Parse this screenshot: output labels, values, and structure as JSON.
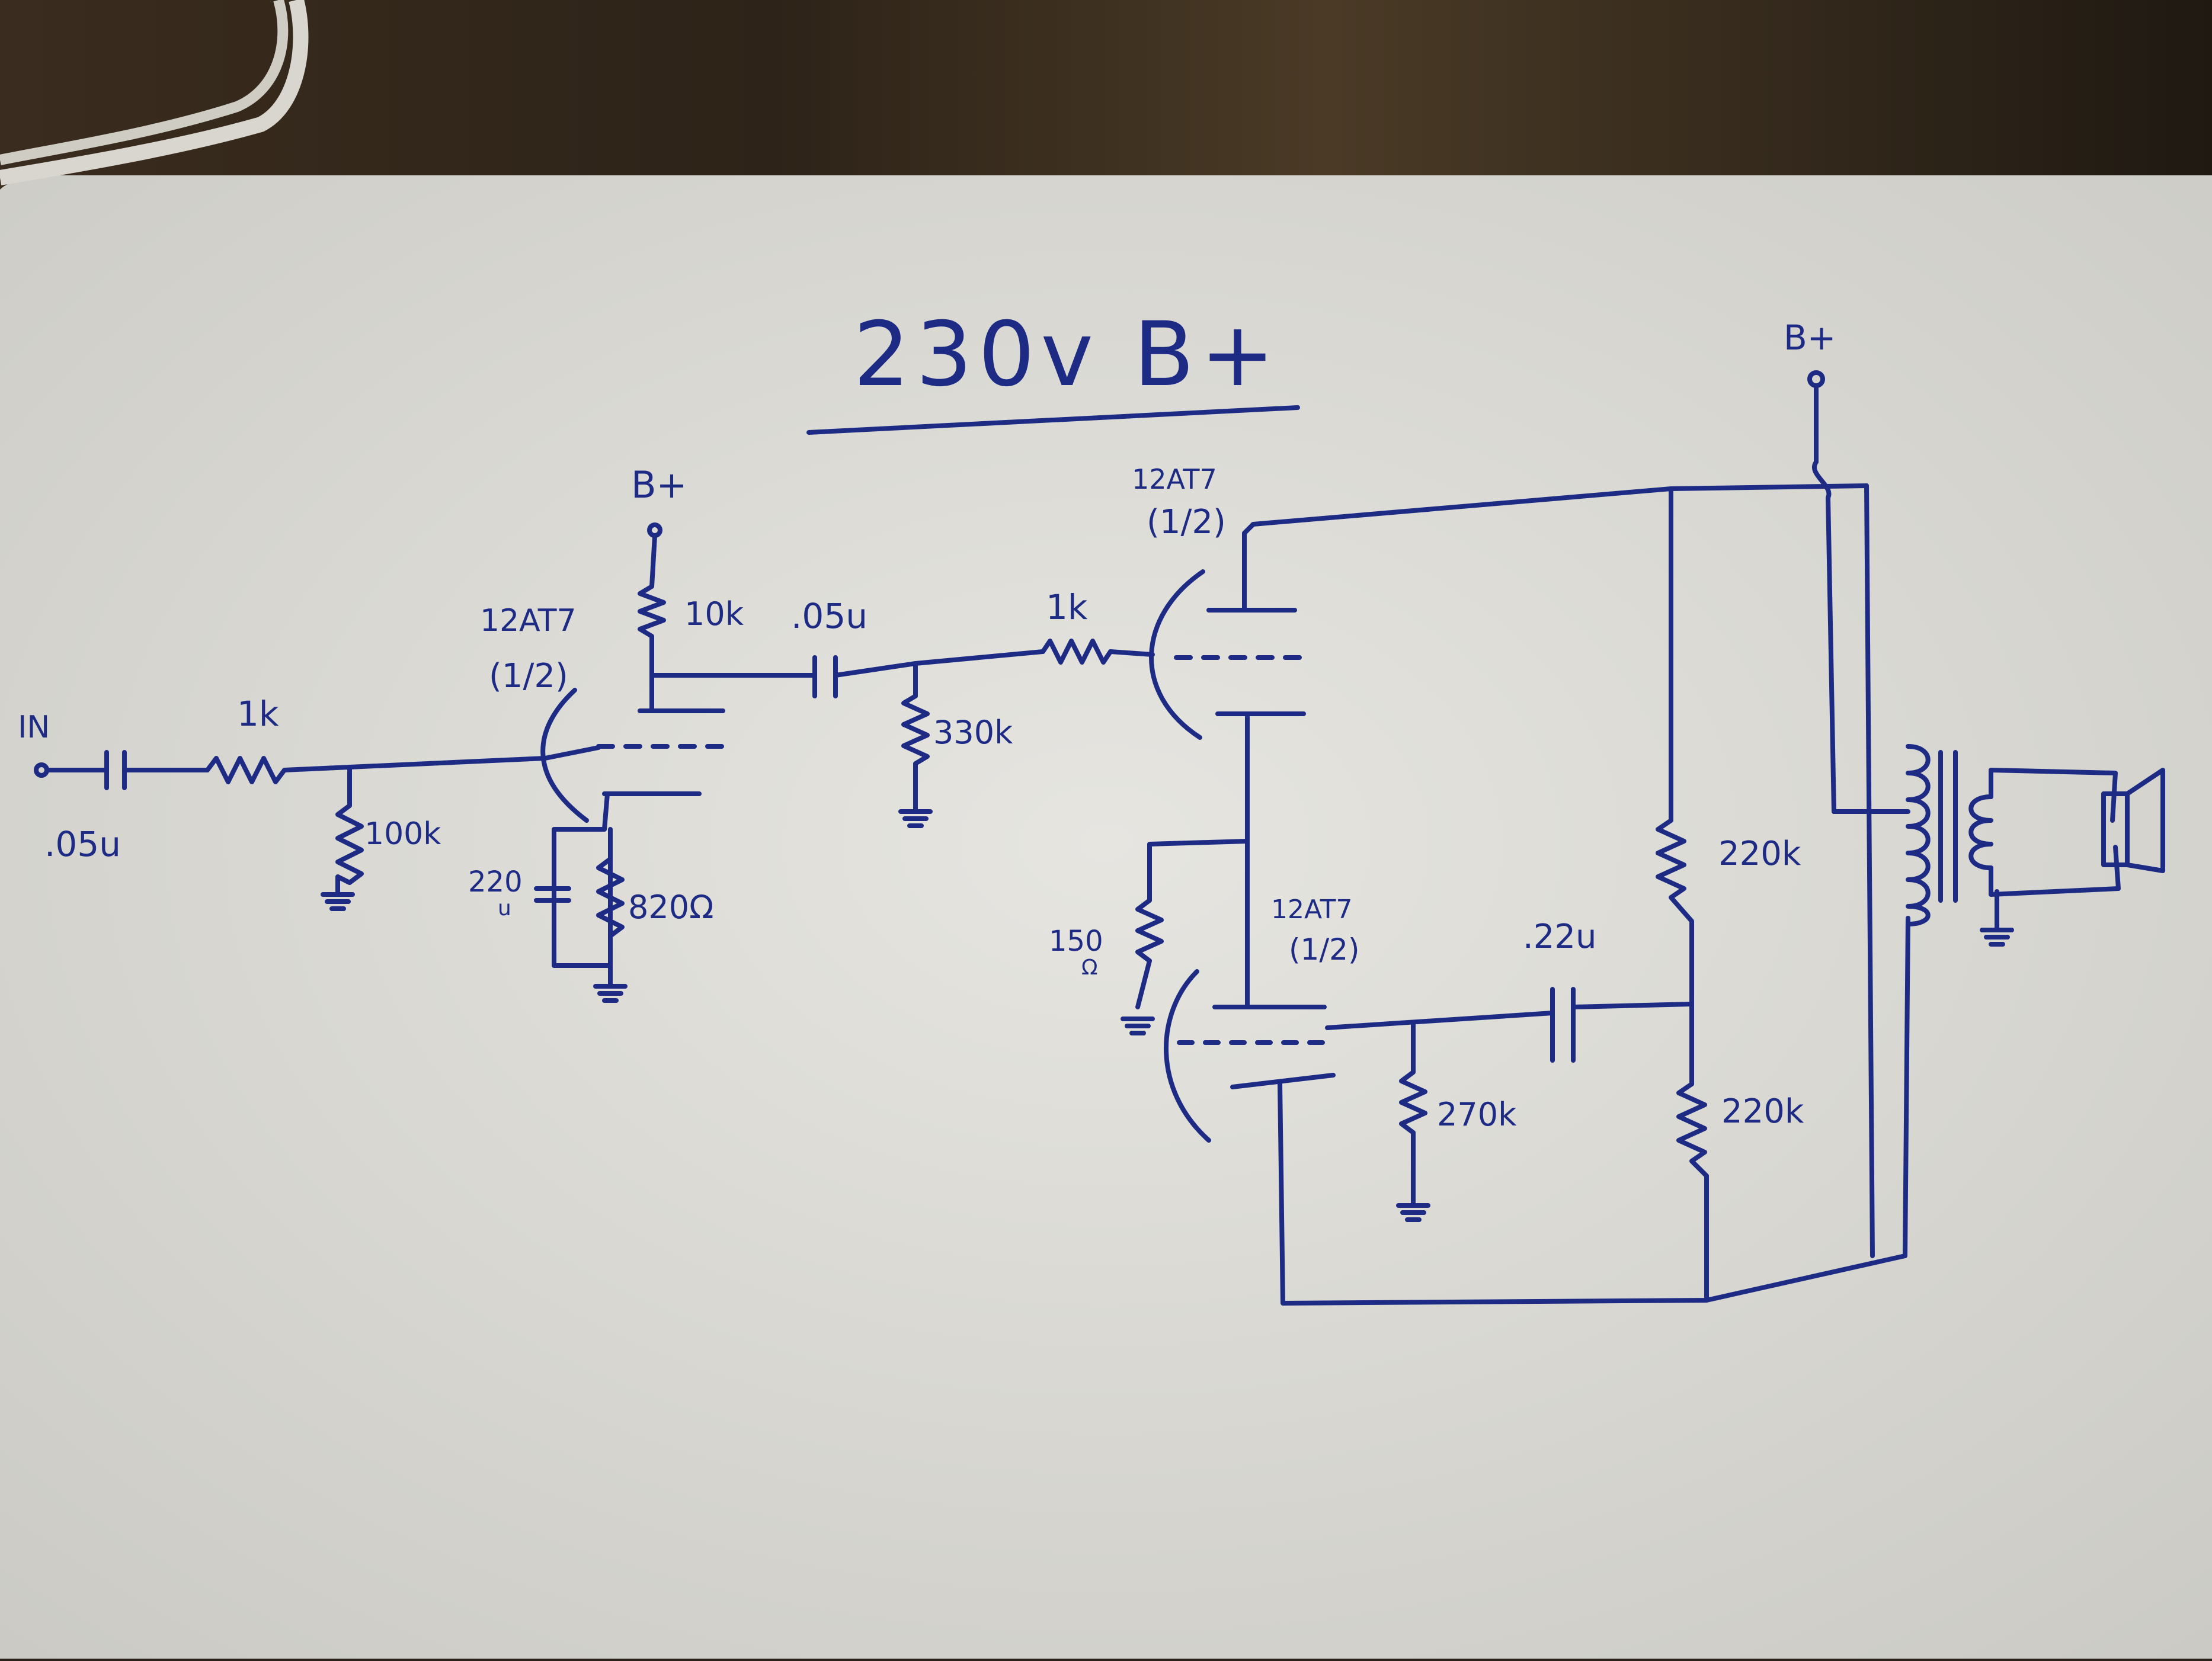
{
  "title": "230v B+",
  "colors": {
    "ink": "#1d2b85",
    "paper": "#dcdbd6",
    "wood": "#2a221a"
  },
  "labels": {
    "input": "IN",
    "input_cap": ".05u",
    "input_resistor": "1k",
    "grid_leak": "100k",
    "v1_tube": "12AT7",
    "v1_half": "(1/2)",
    "v1_bplus": "B+",
    "v1_plate_resistor": "10k",
    "v1_cathode_cap": "220",
    "v1_cathode_cap_unit": "u",
    "v1_cathode_resistor": "820Ω",
    "coupling_cap": ".05u",
    "grid_resistor": "330k",
    "v2_grid_resistor": "1k",
    "v2_tube": "12AT7",
    "v2_half": "(1/2)",
    "v3_tube": "12AT7",
    "v3_half": "(1/2)",
    "v3_cathode_resistor": "150",
    "v3_cathode_resistor_unit": "Ω",
    "v3_grid_resistor": "270k",
    "feedback_cap": ".22u",
    "divider_top": "220k",
    "divider_bottom": "220k",
    "ot_bplus": "B+"
  }
}
